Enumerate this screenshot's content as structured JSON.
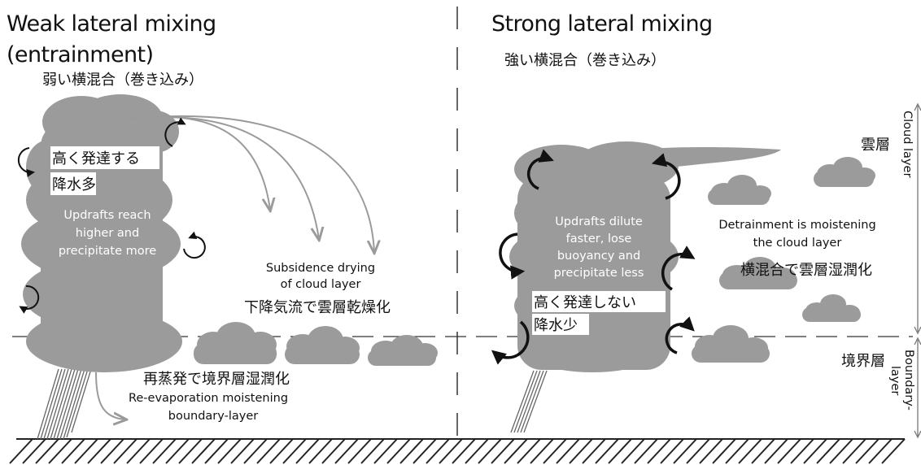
{
  "colors": {
    "cloud": "#9b9b9b",
    "ink": "#111111",
    "arrow": "#9a9a9a",
    "background": "#ffffff"
  },
  "left_panel": {
    "title_line1": "Weak lateral mixing",
    "title_line2": "(entrainment)",
    "title_jp": "弱い横混合（巻き込み）",
    "cloud_label_jp_1": "高く発達する",
    "cloud_label_jp_2": "降水多",
    "cloud_label_en_1": "Updrafts reach",
    "cloud_label_en_2": "higher and",
    "cloud_label_en_3": "precipitate more",
    "subsidence_en_1": "Subsidence drying",
    "subsidence_en_2": "of cloud layer",
    "subsidence_jp": "下降気流で雲層乾燥化",
    "reevap_jp": "再蒸発で境界層湿潤化",
    "reevap_en_1": "Re-evaporation moistening",
    "reevap_en_2": "boundary-layer"
  },
  "right_panel": {
    "title": "Strong lateral mixing",
    "title_jp": "強い横混合（巻き込み）",
    "cloud_label_en_1": "Updrafts dilute",
    "cloud_label_en_2": "faster, lose",
    "cloud_label_en_3": "buoyancy and",
    "cloud_label_en_4": "precipitate less",
    "cloud_label_jp_1": "高く発達しない",
    "cloud_label_jp_2": "降水少",
    "detrain_en_1": "Detrainment is moistening",
    "detrain_en_2": "the cloud layer",
    "detrain_jp": "横混合で雲層湿潤化"
  },
  "side_labels": {
    "cloud_layer_jp": "雲層",
    "cloud_layer_en": "Cloud layer",
    "boundary_layer_jp": "境界層",
    "boundary_layer_en_1": "Boundary-",
    "boundary_layer_en_2": "layer"
  }
}
